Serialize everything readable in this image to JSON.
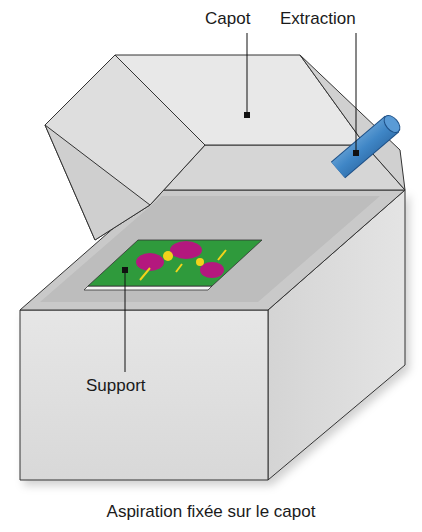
{
  "diagram": {
    "caption": "Aspiration fixée sur le capot",
    "labels": [
      "Capot",
      "Extraction",
      "Support"
    ]
  }
}
